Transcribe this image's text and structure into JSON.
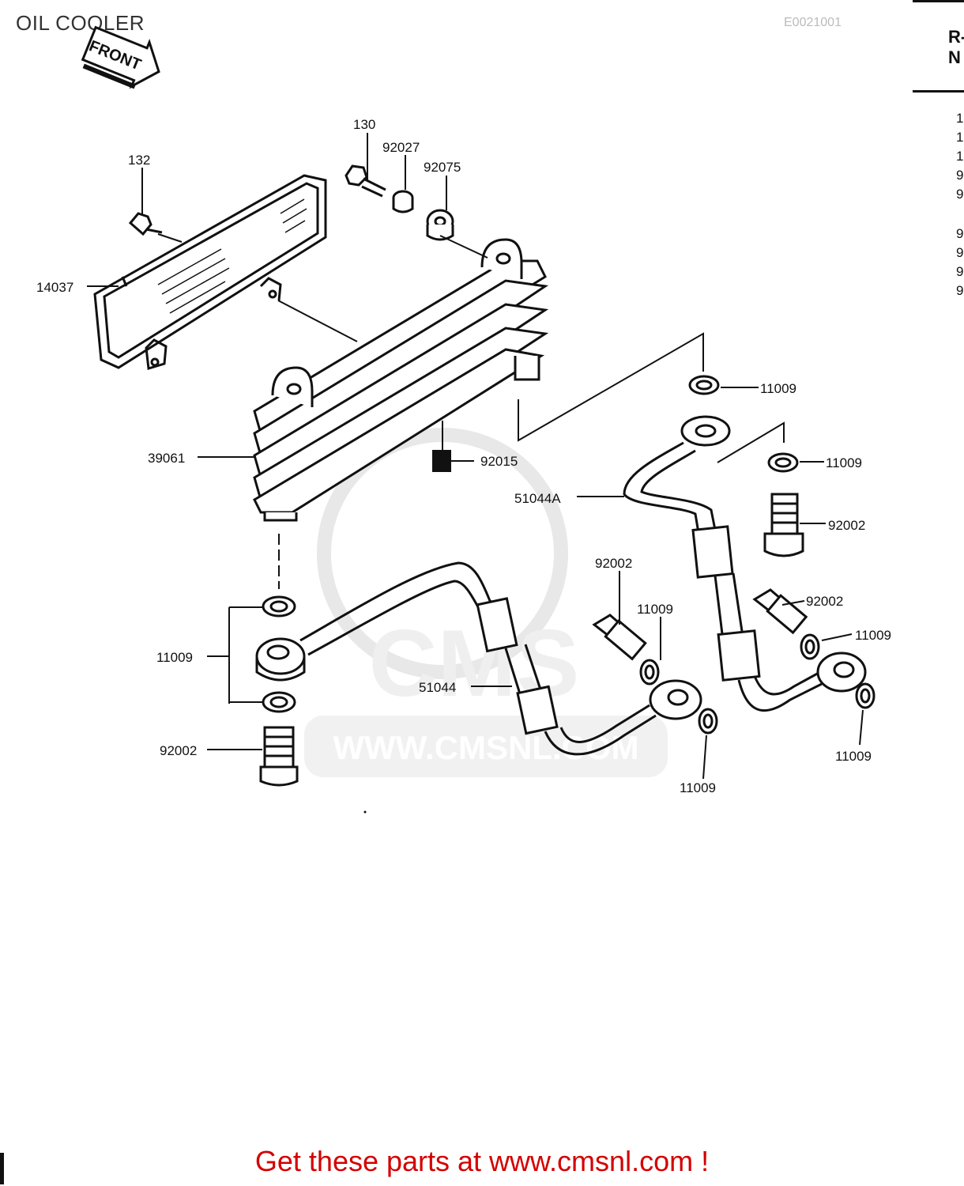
{
  "page": {
    "title": "OIL COOLER",
    "diagram_code": "E0021001",
    "footer": "Get these parts at www.cmsnl.com !"
  },
  "front_arrow": {
    "label": "FRONT"
  },
  "watermark": {
    "text": "WWW.CMSNL.COM"
  },
  "side_panel": {
    "header": [
      "R-",
      "N"
    ],
    "row_marks": [
      "1",
      "1",
      "1",
      "9",
      "9",
      "9",
      "9",
      "9",
      "9"
    ]
  },
  "callouts": {
    "c132": "132",
    "c130": "130",
    "c92027": "92027",
    "c92075": "92075",
    "c14037": "14037",
    "c39061": "39061",
    "c92015": "92015",
    "c11009_a": "11009",
    "c11009_b": "11009",
    "c51044A": "51044A",
    "c92002_a": "92002",
    "c92002_b": "92002",
    "c11009_c": "11009",
    "c92002_c": "92002",
    "c11009_d": "11009",
    "c11009_e": "11009",
    "c51044": "51044",
    "c92002_d": "92002",
    "c11009_f": "11009",
    "c11009_g": "11009"
  },
  "colors": {
    "line": "#111111",
    "footer": "#d40000",
    "watermark": "#d8d8d8"
  }
}
